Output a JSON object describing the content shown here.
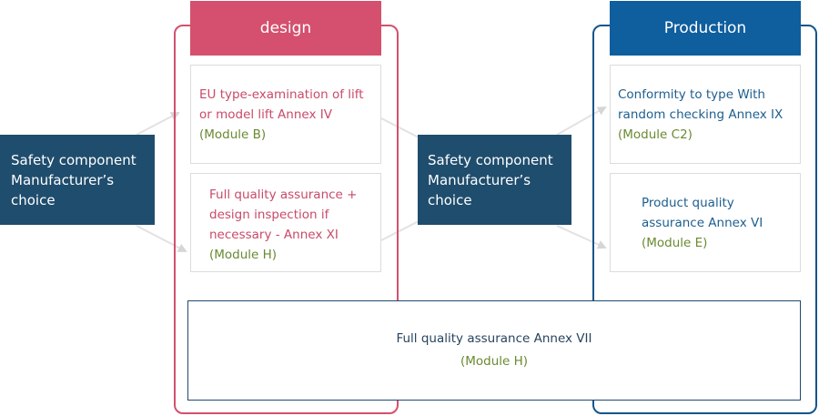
{
  "design": {
    "header": "design",
    "boxes": [
      {
        "lines": [
          "EU type-examination of lift",
          "or model lift Annex IV"
        ],
        "module": "(Module B)"
      },
      {
        "lines": [
          "Full quality assurance +",
          "design inspection if",
          "necessary - Annex XI"
        ],
        "module": "(Module H)"
      }
    ]
  },
  "production": {
    "header": "Production",
    "boxes": [
      {
        "lines": [
          "Conformity to type With",
          "random checking Annex IX"
        ],
        "module": "(Module C2)"
      },
      {
        "lines": [
          "Product quality",
          "assurance Annex VI"
        ],
        "module": "(Module E)"
      }
    ]
  },
  "choice_left": {
    "lines": [
      "Safety component",
      "Manufacturer’s",
      "choice"
    ]
  },
  "choice_middle": {
    "lines": [
      "Safety component",
      "Manufacturer’s",
      "choice"
    ]
  },
  "bottom": {
    "title": "Full quality assurance Annex VII",
    "module": "(Module H)"
  },
  "colors": {
    "design": "#d4506e",
    "production": "#0f5e9e",
    "choice_box": "#1f4d6d",
    "module_text": "#6a8a32",
    "arrow": "#dcdcdc"
  }
}
